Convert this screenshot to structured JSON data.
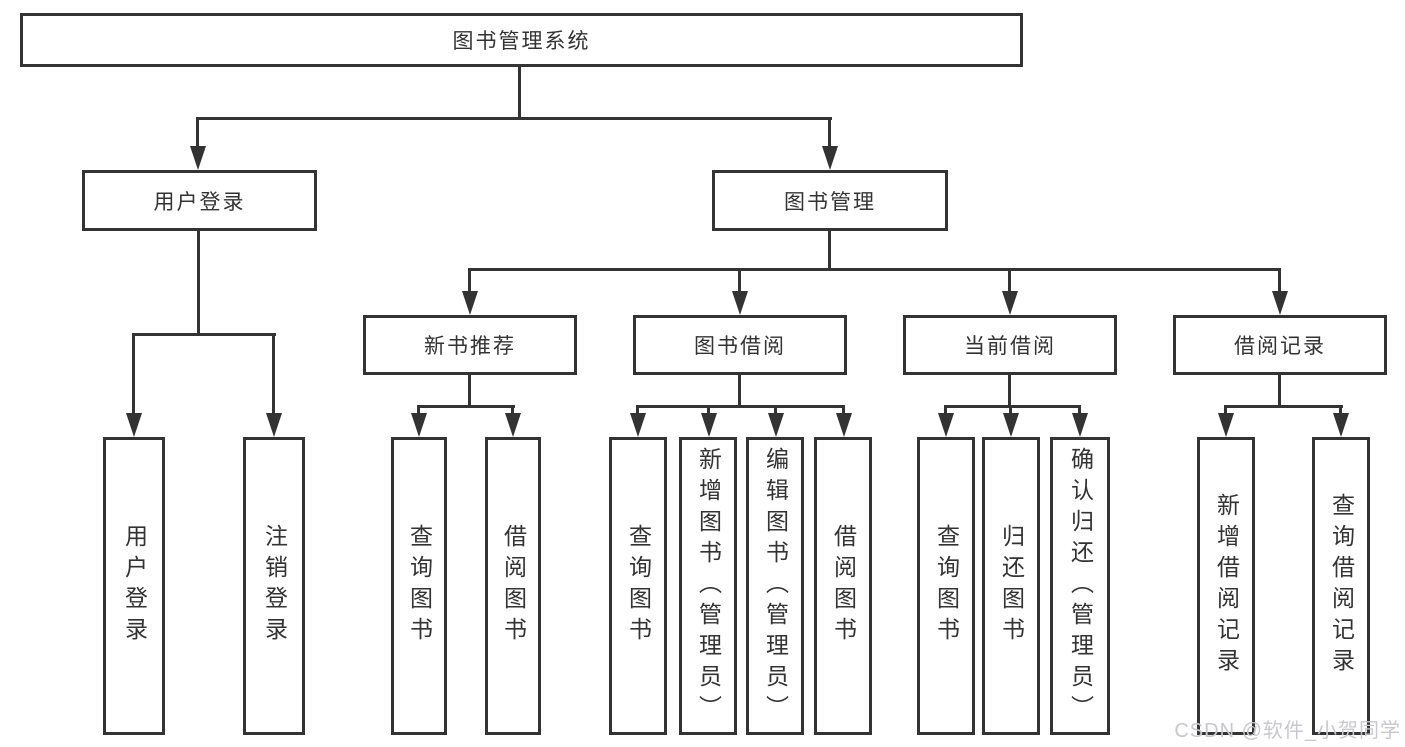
{
  "nodes": {
    "root": "图书管理系统",
    "user_login": "用户登录",
    "book_mgmt": "图书管理",
    "new_books": "新书推荐",
    "book_borrow": "图书借阅",
    "current_borrow": "当前借阅",
    "borrow_records": "借阅记录"
  },
  "leaves": {
    "user_login": [
      "用户登录",
      "注销登录"
    ],
    "new_books": [
      "查询图书",
      "借阅图书"
    ],
    "book_borrow": [
      "查询图书",
      "新增图书（管理员）",
      "编辑图书（管理员）",
      "借阅图书"
    ],
    "current_borrow": [
      "查询图书",
      "归还图书",
      "确认归还（管理员）"
    ],
    "borrow_records": [
      "新增借阅记录",
      "查询借阅记录"
    ]
  },
  "watermark": "CSDN @软件_小贺同学",
  "colors": {
    "line": "#333333",
    "text": "#333333",
    "watermark": "#c8c8cd",
    "background": "#ffffff"
  }
}
